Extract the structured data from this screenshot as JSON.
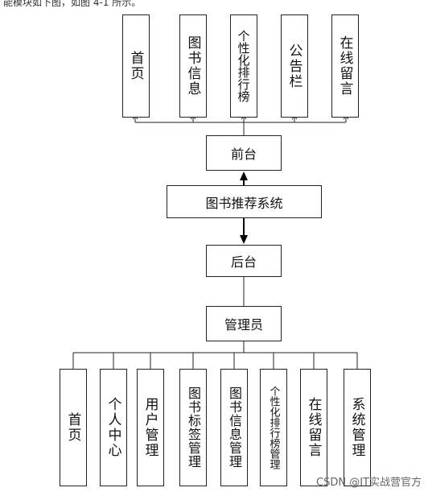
{
  "caption_fragment": "能模块如下图，如图 4-1 所示。",
  "diagram": {
    "front_modules": [
      "首页",
      "图书信息",
      "个性化排行榜",
      "公告栏",
      "在线留言"
    ],
    "front_node": "前台",
    "root_node": "图书推荐系统",
    "back_node": "后台",
    "admin_node": "管理员",
    "admin_modules": [
      "首页",
      "个人中心",
      "用户管理",
      "图书标签管理",
      "图书信息管理",
      "个性化排行榜管理",
      "在线留言",
      "系统管理"
    ]
  },
  "watermark": "CSDN @IT实战营官方"
}
